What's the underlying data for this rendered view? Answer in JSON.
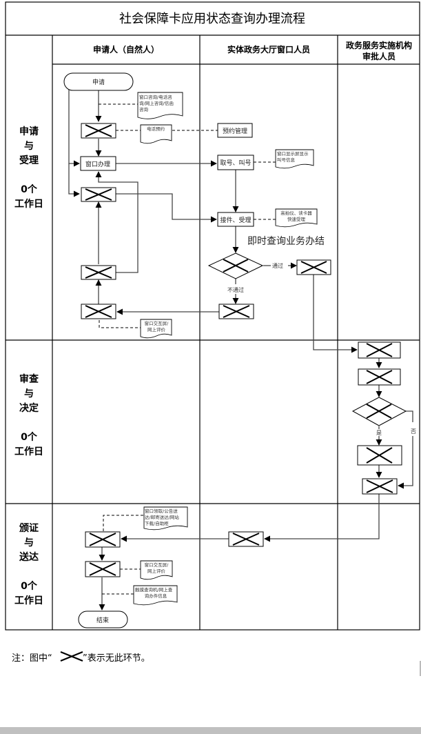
{
  "title": "社会保障卡应用状态查询办理流程",
  "lanes": [
    {
      "label": "申请人（自然人）"
    },
    {
      "label": "实体政务大厅窗口人员"
    },
    {
      "label_line1": "政务服务实施机构",
      "label_line2": "审批人员"
    }
  ],
  "phases": [
    {
      "lines": [
        "申请",
        "与",
        "受理",
        "",
        "0个",
        "工作日"
      ]
    },
    {
      "lines": [
        "审查",
        "与",
        "决定",
        "",
        "0个",
        "工作日"
      ]
    },
    {
      "lines": [
        "颁证",
        "与",
        "送达",
        "",
        "0个",
        "工作日"
      ]
    }
  ],
  "nodes": {
    "apply": "申请",
    "window_handle": "窗口办理",
    "appointment_mgmt": "预约管理",
    "take_call_number": "取号、叫号",
    "receive_accept": "接件、受理",
    "end": "结束"
  },
  "documents": {
    "consult": [
      "窗口咨询/电话咨",
      "询/网上咨询/信函",
      "咨询"
    ],
    "phone_booking": [
      "电话预约"
    ],
    "screen_display": [
      "窗口显示屏显示",
      "叫号信息"
    ],
    "scanner": [
      "高拍仪、读卡器",
      "快速受理"
    ],
    "evaluate_1": [
      "窗口交互屏/",
      "网上评价"
    ],
    "pickup": [
      "窗口领取/公告送",
      "达/邮寄送达/网站",
      "下载/自助柜"
    ],
    "evaluate_2": [
      "窗口交互屏/",
      "网上评价"
    ],
    "query_machine": [
      "触摸查询机/网上查",
      "询办件信息"
    ]
  },
  "labels": {
    "instant": "即时查询业务办结",
    "pass": "通过",
    "fail": "不通过",
    "yes": "是",
    "no": "否"
  },
  "note": {
    "prefix": "注：图中“",
    "suffix": "”表示无此环节。"
  }
}
